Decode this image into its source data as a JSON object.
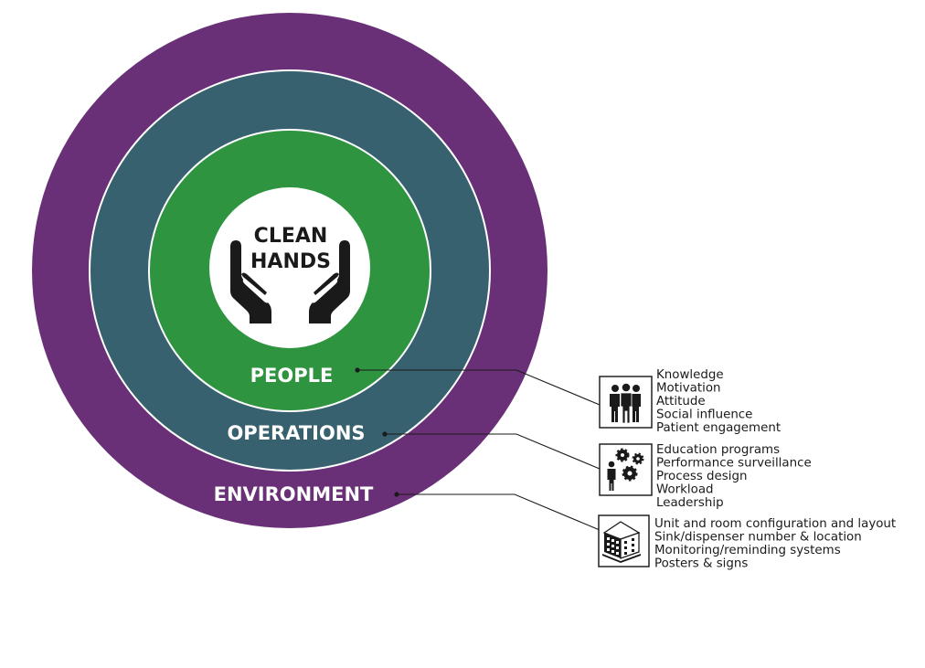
{
  "center": {
    "title_line1": "CLEAN",
    "title_line2": "HANDS",
    "icon": "cupped-hands-icon"
  },
  "rings": [
    {
      "id": "people",
      "label": "PEOPLE",
      "color": "#2e9440"
    },
    {
      "id": "operations",
      "label": "OPERATIONS",
      "color": "#37616e"
    },
    {
      "id": "environment",
      "label": "ENVIRONMENT",
      "color": "#693078"
    }
  ],
  "colors": {
    "center_fill": "#ffffff",
    "ring_separator": "#ffffff",
    "text_dark": "#1a1a1a"
  },
  "details": [
    {
      "ring": "people",
      "icon": "people-group-icon",
      "items": [
        "Knowledge",
        "Motivation",
        "Attitude",
        "Social influence",
        "Patient engagement"
      ]
    },
    {
      "ring": "operations",
      "icon": "person-gears-icon",
      "items": [
        "Education programs",
        "Performance surveillance",
        "Process design",
        "Workload",
        "Leadership"
      ]
    },
    {
      "ring": "environment",
      "icon": "building-icon",
      "items": [
        "Unit and room configuration and layout",
        "Sink/dispenser number & location",
        "Monitoring/reminding systems",
        "Posters & signs"
      ]
    }
  ]
}
